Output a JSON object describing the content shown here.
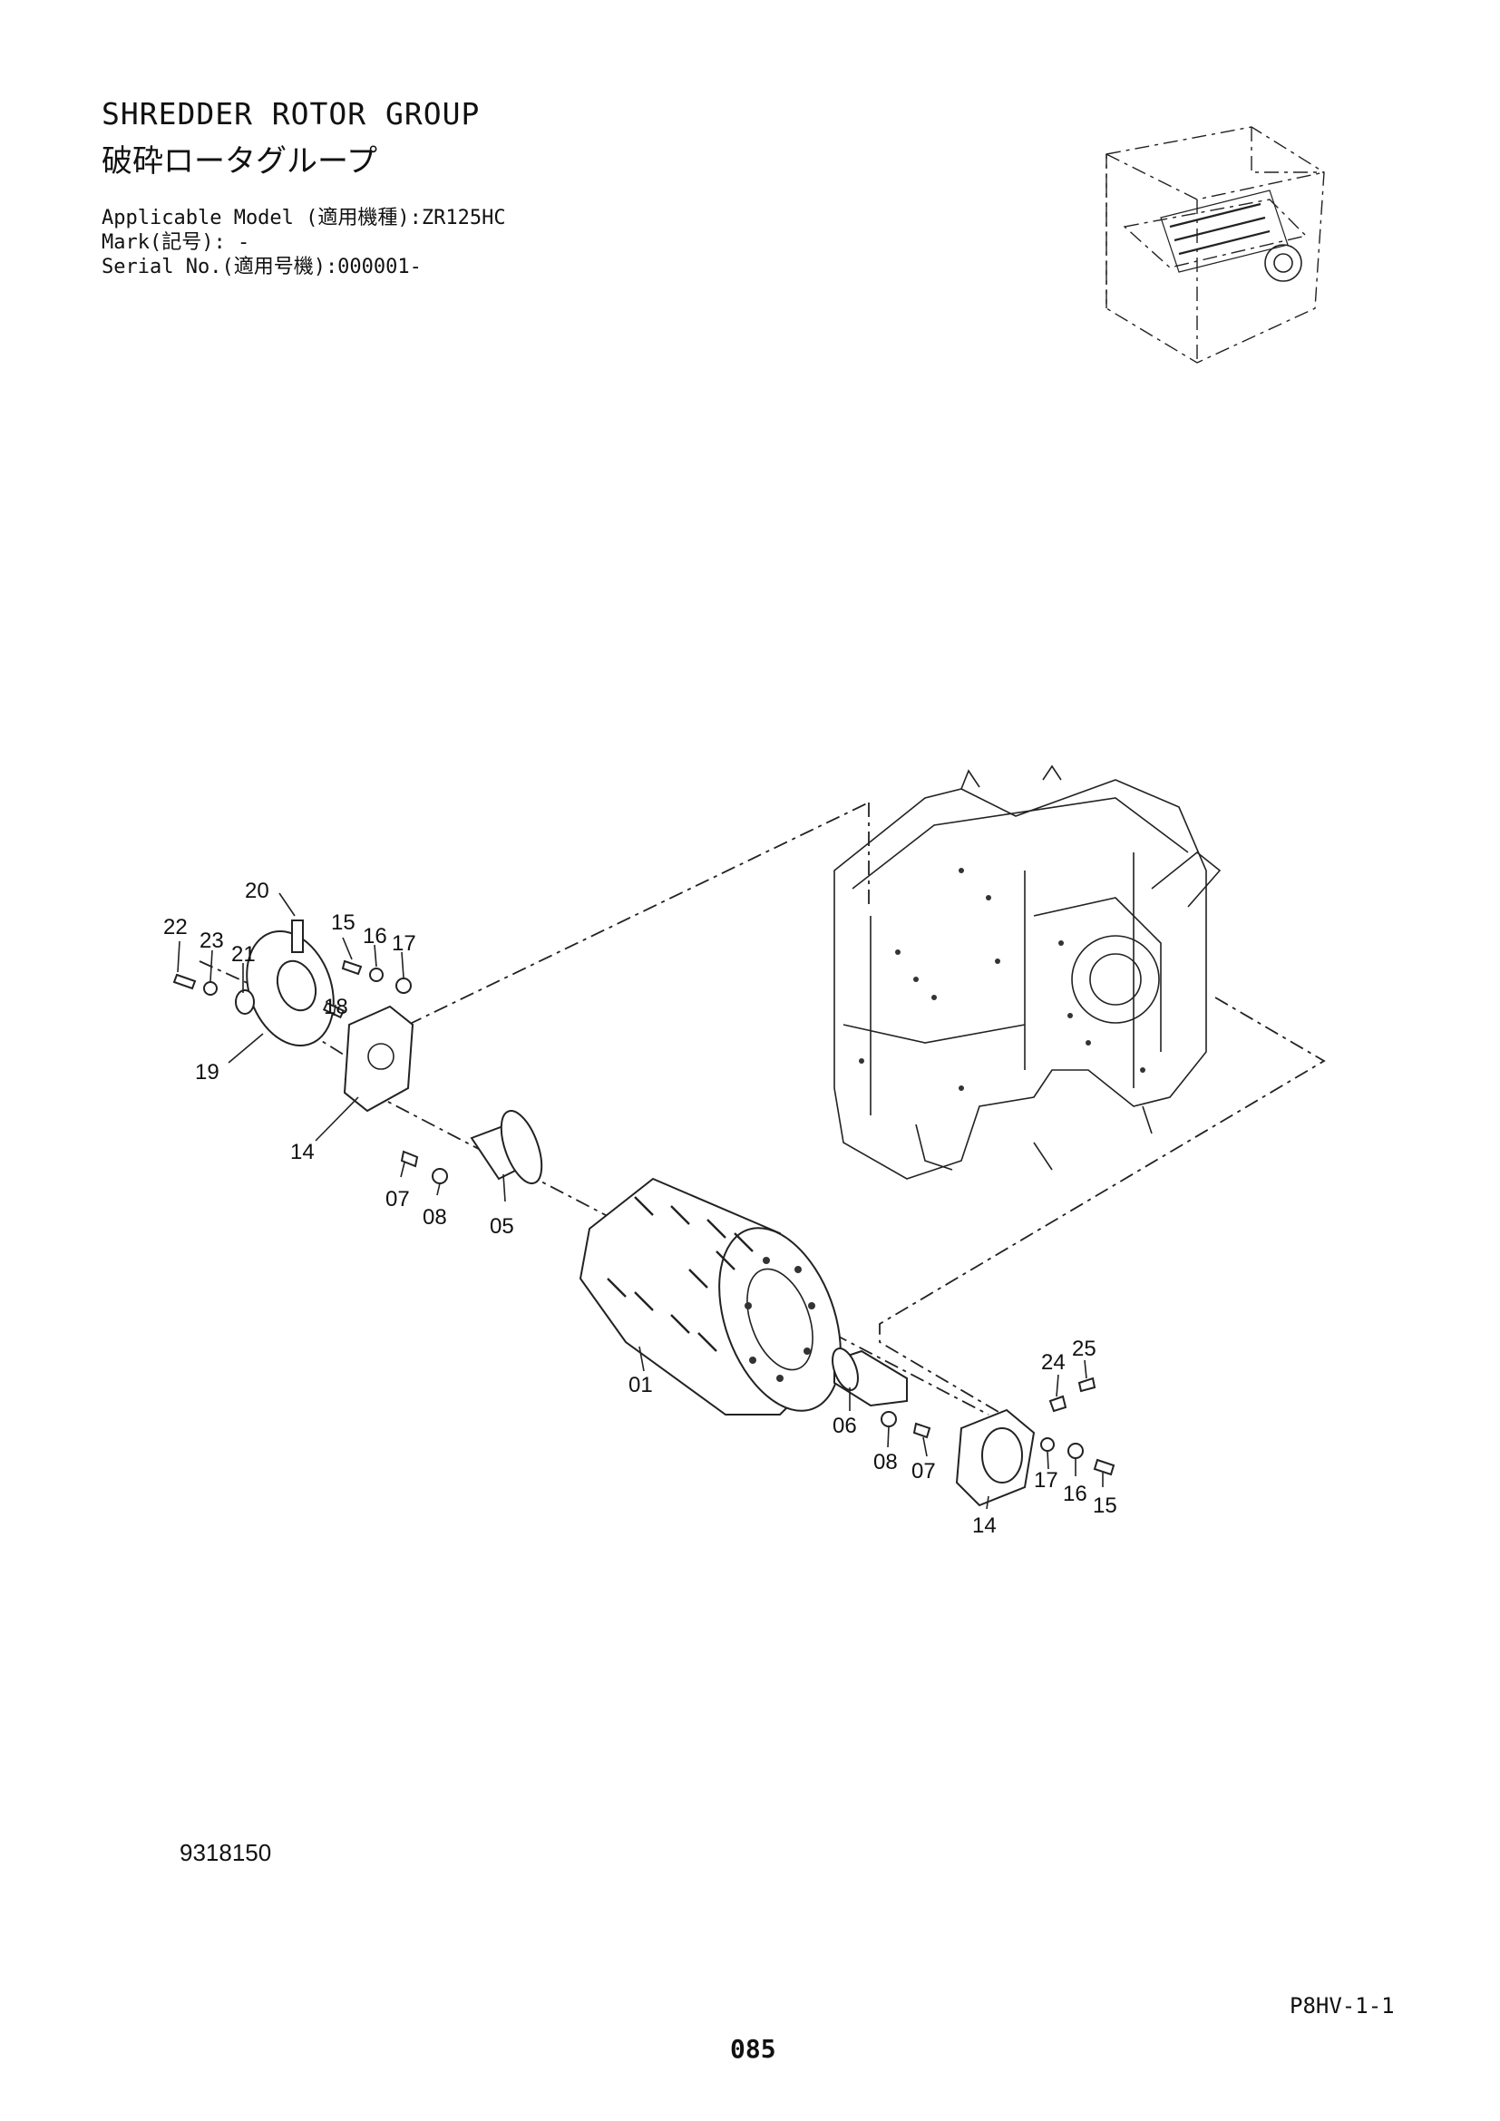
{
  "header": {
    "title_en": "SHREDDER ROTOR GROUP",
    "title_ja": "破砕ロータグループ",
    "applicable_model": "Applicable Model (適用機種):ZR125HC",
    "mark": "Mark(記号): -",
    "serial_no": "Serial No.(適用号機):000001-"
  },
  "callouts": {
    "c22": "22",
    "c23": "23",
    "c21": "21",
    "c20": "20",
    "c19": "19",
    "c18": "18",
    "c15a": "15",
    "c16a": "16",
    "c17a": "17",
    "c14a": "14",
    "c07a": "07",
    "c08a": "08",
    "c05": "05",
    "c01": "01",
    "c06": "06",
    "c08b": "08",
    "c07b": "07",
    "c14b": "14",
    "c24": "24",
    "c25": "25",
    "c17b": "17",
    "c16b": "16",
    "c15b": "15"
  },
  "footer": {
    "drawing_number": "9318150",
    "page_code": "P8HV-1-1",
    "page_number": "085"
  }
}
